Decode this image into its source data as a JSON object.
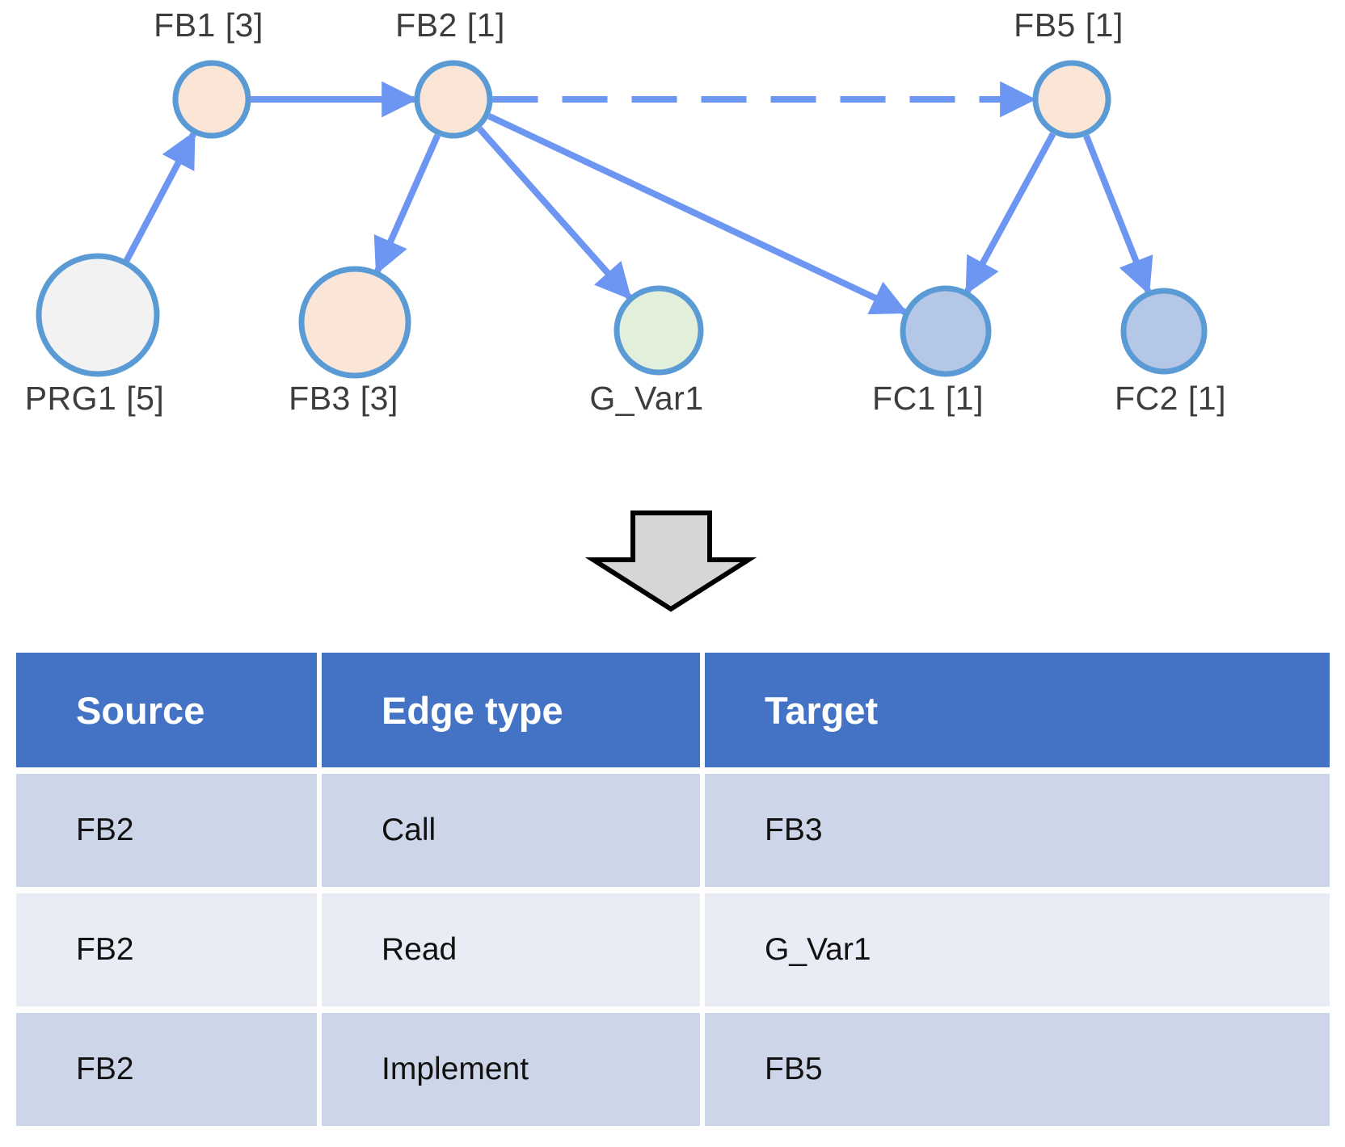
{
  "graph": {
    "nodes": [
      {
        "id": "PRG1",
        "label": "PRG1 [5]",
        "fill": "#f2f2f2"
      },
      {
        "id": "FB1",
        "label": "FB1 [3]",
        "fill": "#fbe5d6"
      },
      {
        "id": "FB2",
        "label": "FB2 [1]",
        "fill": "#fbe5d6"
      },
      {
        "id": "FB3",
        "label": "FB3 [3]",
        "fill": "#fbe5d6"
      },
      {
        "id": "G_Var1",
        "label": "G_Var1",
        "fill": "#e2efda"
      },
      {
        "id": "FB5",
        "label": "FB5 [1]",
        "fill": "#fbe5d6"
      },
      {
        "id": "FC1",
        "label": "FC1 [1]",
        "fill": "#b4c7e7"
      },
      {
        "id": "FC2",
        "label": "FC2 [1]",
        "fill": "#b4c7e7"
      }
    ],
    "edges": [
      {
        "source": "PRG1",
        "target": "FB1",
        "style": "solid"
      },
      {
        "source": "FB1",
        "target": "FB2",
        "style": "solid"
      },
      {
        "source": "FB2",
        "target": "FB5",
        "style": "dashed"
      },
      {
        "source": "FB2",
        "target": "FB3",
        "style": "solid"
      },
      {
        "source": "FB2",
        "target": "G_Var1",
        "style": "solid"
      },
      {
        "source": "FB2",
        "target": "FC1",
        "style": "solid"
      },
      {
        "source": "FB5",
        "target": "FC1",
        "style": "solid"
      },
      {
        "source": "FB5",
        "target": "FC2",
        "style": "solid"
      }
    ],
    "colors": {
      "node_border": "#5b9bd5",
      "edge": "#6c96f2",
      "label_text": "#3d3d3d"
    }
  },
  "table": {
    "headers": [
      "Source",
      "Edge type",
      "Target"
    ],
    "rows": [
      {
        "source": "FB2",
        "edge_type": "Call",
        "target": "FB3"
      },
      {
        "source": "FB2",
        "edge_type": "Read",
        "target": "G_Var1"
      },
      {
        "source": "FB2",
        "edge_type": "Implement",
        "target": "FB5"
      }
    ],
    "colors": {
      "header_bg": "#4472c4",
      "header_text": "#ffffff",
      "band_a": "#cdd5e9",
      "band_b": "#e9ebf5"
    }
  }
}
